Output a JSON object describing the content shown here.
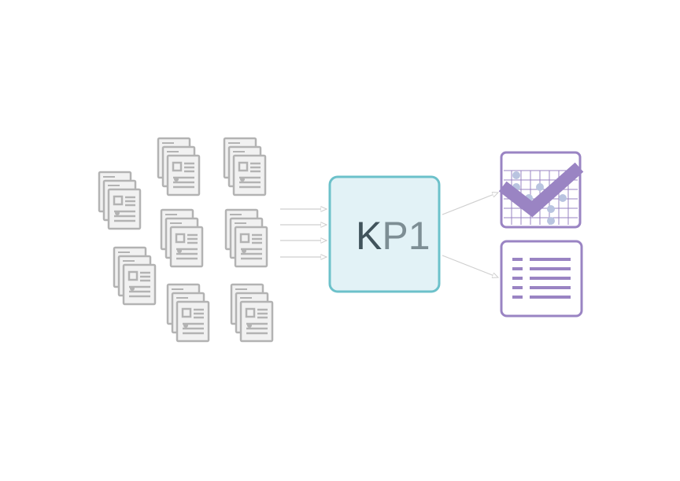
{
  "diagram": {
    "process_label_k": "K",
    "process_label_rest": "P1",
    "document_stack_count": 8,
    "input_arrow_count": 4,
    "output_arrow_count": 2
  },
  "colors": {
    "doc_fill": "#f1f1f1",
    "doc_stroke": "#b3b3b3",
    "doc_detail": "#b3b3b3",
    "arrow": "#cfcfcf",
    "process_fill": "#e2f2f6",
    "process_stroke": "#6cc1ca",
    "label_k": "#41545c",
    "label_rest": "#7d8e94",
    "output_stroke": "#9a84c3",
    "output_accent": "#9a84c3",
    "output_dots": "#b9c4e0"
  },
  "icons": {
    "documents": "document-stack-icon",
    "check": "checkmark-grid-icon",
    "list": "list-icon"
  }
}
